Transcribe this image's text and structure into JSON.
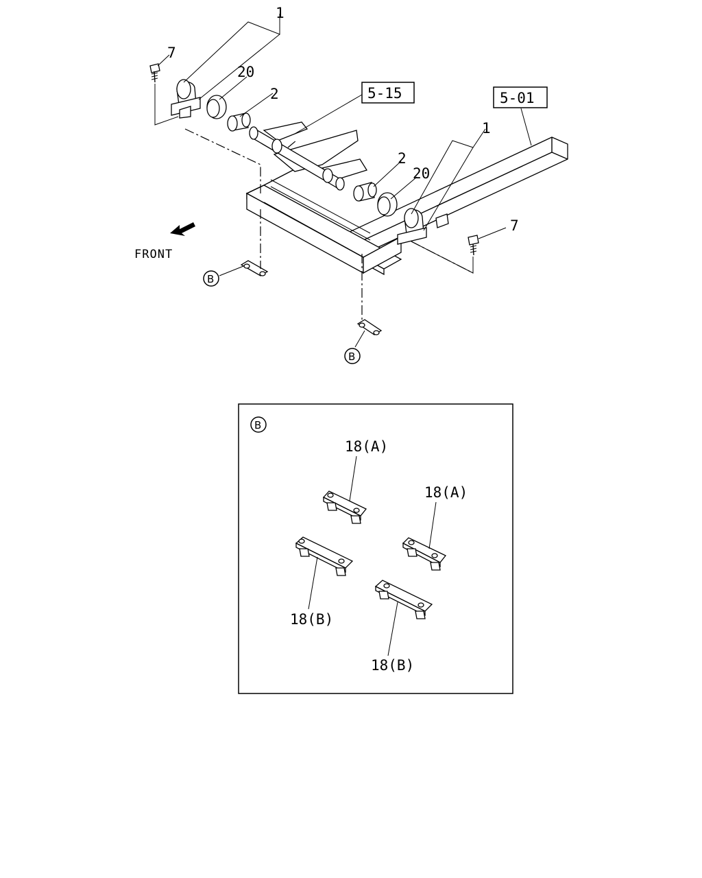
{
  "callouts": {
    "item1_top": "1",
    "item1_right": "1",
    "item20_top": "20",
    "item20_right": "20",
    "item2_top": "2",
    "item2_right": "2",
    "item7_left": "7",
    "item7_right": "7"
  },
  "references": {
    "ref_5_15": "5-15",
    "ref_5_01": "5-01"
  },
  "front_label": "FRONT",
  "detail_marker": "B",
  "detail": {
    "marker": "B",
    "labels": {
      "a1": "18(A)",
      "a2": "18(A)",
      "b1": "18(B)",
      "b2": "18(B)"
    }
  }
}
